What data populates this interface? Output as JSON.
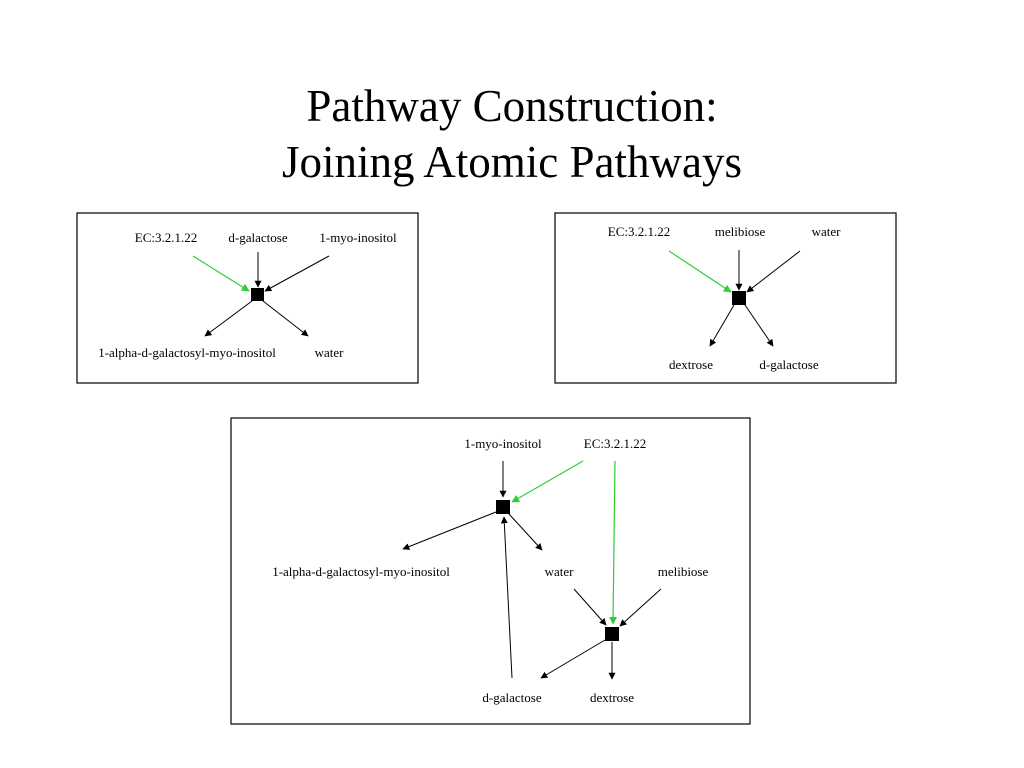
{
  "title": {
    "line1": "Pathway Construction:",
    "line2": "Joining Atomic Pathways"
  },
  "colors": {
    "enzyme_edge": "#33cc33",
    "edge": "#000000",
    "node": "#000000"
  },
  "pathway_a": {
    "labels": {
      "enzyme": "EC:3.2.1.22",
      "input1": "d-galactose",
      "input2": "1-myo-inositol",
      "output1": "1-alpha-d-galactosyl-myo-inositol",
      "output2": "water"
    }
  },
  "pathway_b": {
    "labels": {
      "enzyme": "EC:3.2.1.22",
      "input1": "melibiose",
      "input2": "water",
      "output1": "dextrose",
      "output2": "d-galactose"
    }
  },
  "pathway_joined": {
    "labels": {
      "inositol": "1-myo-inositol",
      "enzyme": "EC:3.2.1.22",
      "galactosyl": "1-alpha-d-galactosyl-myo-inositol",
      "water": "water",
      "melibiose": "melibiose",
      "galactose": "d-galactose",
      "dextrose": "dextrose"
    }
  }
}
